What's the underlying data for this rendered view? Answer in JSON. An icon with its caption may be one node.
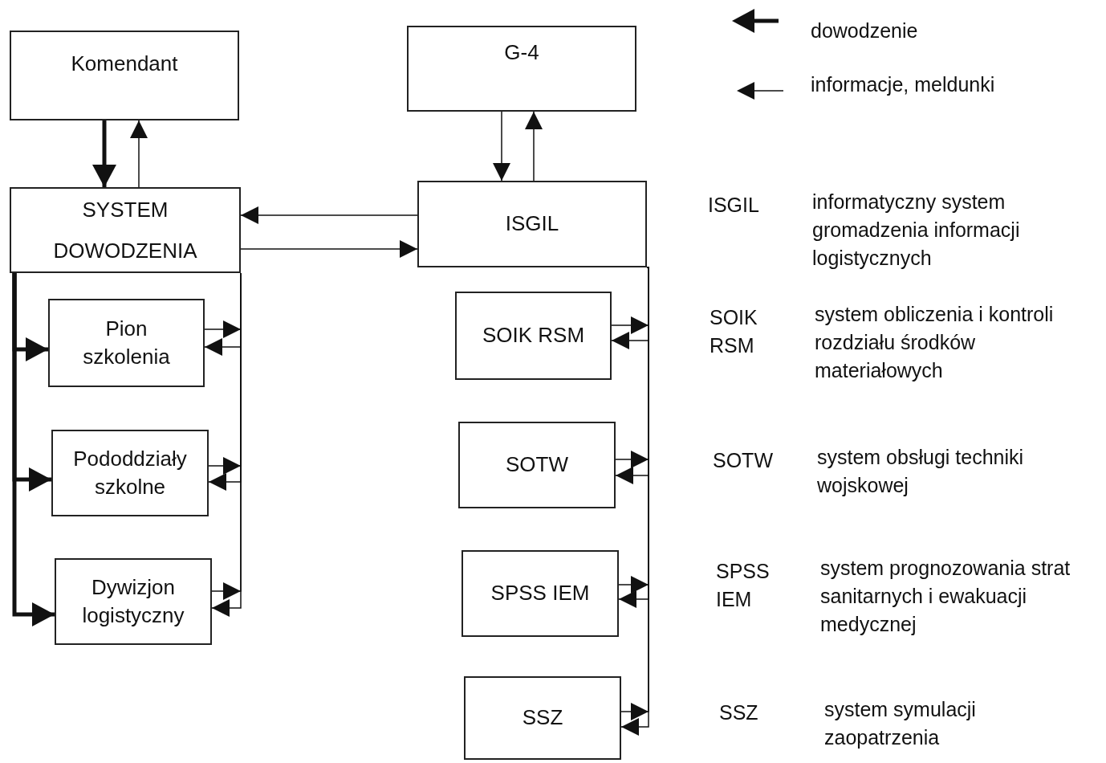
{
  "diagram": {
    "nodes": [
      {
        "text": [
          "Komendant"
        ]
      },
      {
        "text": [
          "G-4"
        ]
      },
      {
        "text": [
          "SYSTEM DOWODZENIA"
        ]
      },
      {
        "text": [
          "ISGIL"
        ]
      },
      {
        "text": [
          "Pion szkolenia"
        ]
      },
      {
        "text": [
          "Pododdziały szkolne"
        ]
      },
      {
        "text": [
          "Dywizjon logistyczny"
        ]
      },
      {
        "text": [
          "SOIK RSM"
        ]
      },
      {
        "text": [
          "SOTW"
        ]
      },
      {
        "text": [
          "SPSS IEM"
        ]
      },
      {
        "text": [
          "SSZ"
        ]
      }
    ],
    "edges": [
      {
        "from": 0,
        "to": 2,
        "arrow": "to",
        "style": "thick"
      },
      {
        "from": 2,
        "to": 0,
        "arrow": "to"
      },
      {
        "from": 1,
        "to": 3,
        "arrow": "to"
      },
      {
        "from": 3,
        "to": 1,
        "arrow": "to"
      },
      {
        "from": 3,
        "to": 2,
        "arrow": "to"
      },
      {
        "from": 2,
        "to": 3,
        "arrow": "to"
      },
      {
        "from": 2,
        "to": 4,
        "arrow": "to",
        "style": "thick"
      },
      {
        "from": 2,
        "to": 5,
        "arrow": "to",
        "style": "thick"
      },
      {
        "from": 2,
        "to": 6,
        "arrow": "to",
        "style": "thick"
      },
      {
        "from": 4,
        "to": 2,
        "arrow": "to"
      },
      {
        "from": 2,
        "to": 4,
        "arrow": "to"
      },
      {
        "from": 5,
        "to": 2,
        "arrow": "to"
      },
      {
        "from": 2,
        "to": 5,
        "arrow": "to"
      },
      {
        "from": 6,
        "to": 2,
        "arrow": "to"
      },
      {
        "from": 2,
        "to": 6,
        "arrow": "to"
      },
      {
        "from": 7,
        "to": 3,
        "arrow": "to"
      },
      {
        "from": 3,
        "to": 7,
        "arrow": "to"
      },
      {
        "from": 8,
        "to": 3,
        "arrow": "to"
      },
      {
        "from": 3,
        "to": 8,
        "arrow": "to"
      },
      {
        "from": 9,
        "to": 3,
        "arrow": "to"
      },
      {
        "from": 3,
        "to": 9,
        "arrow": "to"
      },
      {
        "from": 10,
        "to": 3,
        "arrow": "to"
      },
      {
        "from": 3,
        "to": 10,
        "arrow": "to"
      }
    ],
    "labels": [
      "ISGIL",
      "informatyczny system gromadzenia informacji logistycznych",
      "SOIK RSM",
      "system obliczenia i kontroli rozdziału środków materiałowych",
      "SOTW",
      "system obsługi techniki wojskowej",
      "SPSS IEM",
      "system prognozowania strat sanitarnych i ewakuacji medycznej",
      "SSZ",
      "system symulacji zaopatrzenia"
    ],
    "legend": [
      {
        "text": "dowodzenie"
      },
      {
        "text": "informacje, meldunki"
      }
    ]
  }
}
